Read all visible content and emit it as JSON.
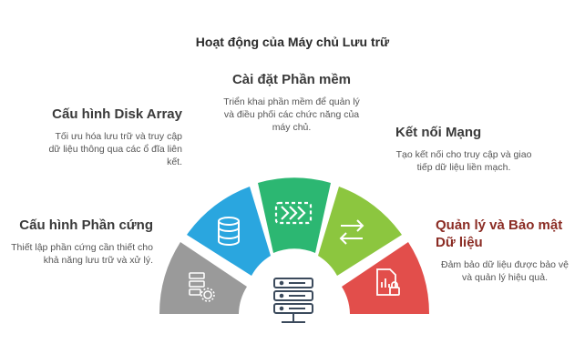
{
  "title": "Hoạt động của Máy chủ Lưu trữ",
  "colors": {
    "hardware": "#9a9a9a",
    "disk": "#2aa6df",
    "software": "#2cb772",
    "network": "#8cc63f",
    "security": "#e24e4b",
    "accent_text": "#8b2c24"
  },
  "steps": [
    {
      "key": "hardware",
      "title": "Cấu hình Phần cứng",
      "desc": "Thiết lập phần cứng cần thiết cho khả năng lưu trữ và xử lý.",
      "icon": "hardware-settings-icon"
    },
    {
      "key": "disk",
      "title": "Cấu hình Disk Array",
      "desc": "Tối ưu hóa lưu trữ và truy cập dữ liệu thông qua các ổ đĩa liên kết.",
      "icon": "database-icon"
    },
    {
      "key": "software",
      "title": "Cài đặt Phần mềm",
      "desc": "Triển khai phần mềm để quản lý và điều phối các chức năng của máy chủ.",
      "icon": "fast-forward-icon"
    },
    {
      "key": "network",
      "title": "Kết nối Mạng",
      "desc": "Tạo kết nối cho truy cập và giao tiếp dữ liệu liền mạch.",
      "icon": "transfer-arrows-icon"
    },
    {
      "key": "security",
      "title": "Quản lý và Bảo mật Dữ liệu",
      "desc": "Đảm bảo dữ liệu được bảo vệ và quản lý hiệu quả.",
      "icon": "secure-file-icon"
    }
  ],
  "center_icon": "server-rack-icon"
}
